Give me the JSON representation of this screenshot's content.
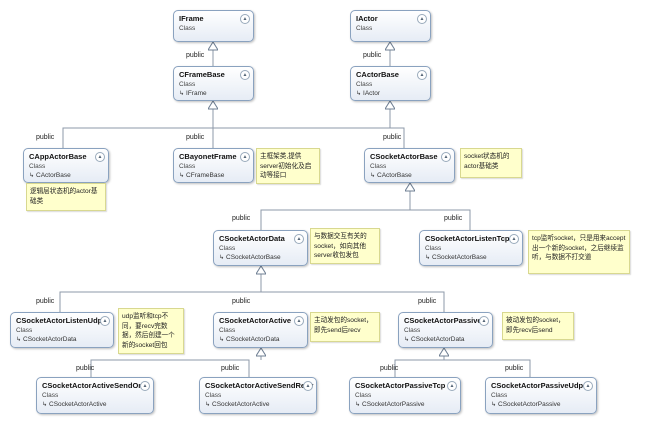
{
  "classes": [
    {
      "id": "iframe",
      "name": "IFrame",
      "stereotype": "Class",
      "base": ""
    },
    {
      "id": "iactor",
      "name": "IActor",
      "stereotype": "Class",
      "base": ""
    },
    {
      "id": "cframebase",
      "name": "CFrameBase",
      "stereotype": "Class",
      "base": "IFrame"
    },
    {
      "id": "cactorbase",
      "name": "CActorBase",
      "stereotype": "Class",
      "base": "IActor"
    },
    {
      "id": "cappactorbase",
      "name": "CAppActorBase",
      "stereotype": "Class",
      "base": "CActorBase"
    },
    {
      "id": "cbayonetframe",
      "name": "CBayonetFrame",
      "stereotype": "Class",
      "base": "CFrameBase"
    },
    {
      "id": "csocketactorbase",
      "name": "CSocketActorBase",
      "stereotype": "Class",
      "base": "CActorBase"
    },
    {
      "id": "csocketactordata",
      "name": "CSocketActorData",
      "stereotype": "Class",
      "base": "CSocketActorBase"
    },
    {
      "id": "csocketactorlistentcp",
      "name": "CSocketActorListenTcp",
      "stereotype": "Class",
      "base": "CSocketActorBase"
    },
    {
      "id": "csocketactorlistenudp",
      "name": "CSocketActorListenUdp",
      "stereotype": "Class",
      "base": "CSocketActorData"
    },
    {
      "id": "csocketactoractive",
      "name": "CSocketActorActive",
      "stereotype": "Class",
      "base": "CSocketActorData"
    },
    {
      "id": "csocketactorpassive",
      "name": "CSocketActorPassive",
      "stereotype": "Class",
      "base": "CSocketActorData"
    },
    {
      "id": "csocketactoractivesendonly",
      "name": "CSocketActorActiveSendOnly",
      "stereotype": "Class",
      "base": "CSocketActorActive"
    },
    {
      "id": "csocketactoractivesendrecv",
      "name": "CSocketActorActiveSendRecv",
      "stereotype": "Class",
      "base": "CSocketActorActive"
    },
    {
      "id": "csocketactorpassivetcp",
      "name": "CSocketActorPassiveTcp",
      "stereotype": "Class",
      "base": "CSocketActorPassive"
    },
    {
      "id": "csocketactorpassiveudp",
      "name": "CSocketActorPassiveUdp",
      "stereotype": "Class",
      "base": "CSocketActorPassive"
    }
  ],
  "notes": [
    {
      "id": "note-app",
      "text": "逻辑层状态机的actor基础类"
    },
    {
      "id": "note-bayonet",
      "text": "主框架类,提供server初始化及启动等接口"
    },
    {
      "id": "note-socketbase",
      "text": "socket状态机的actor基础类"
    },
    {
      "id": "note-data",
      "text": "与数据交互有关的socket，如向其他server收包发包"
    },
    {
      "id": "note-listentcp",
      "text": "tcp监听socket，只是用来accept出一个新的socket，之后继续监听，与数据不打交道"
    },
    {
      "id": "note-listenudp",
      "text": "udp监听和tcp不同，要recv完数据，然后创建一个新的socket回包"
    },
    {
      "id": "note-active",
      "text": "主动发包的socket，即先send后recv"
    },
    {
      "id": "note-passive",
      "text": "被动发包的socket，即先recv后send"
    }
  ],
  "edge_label": "public",
  "icons": {
    "inherit_arrow": "↳",
    "collapse": "chevron-up-icon"
  }
}
